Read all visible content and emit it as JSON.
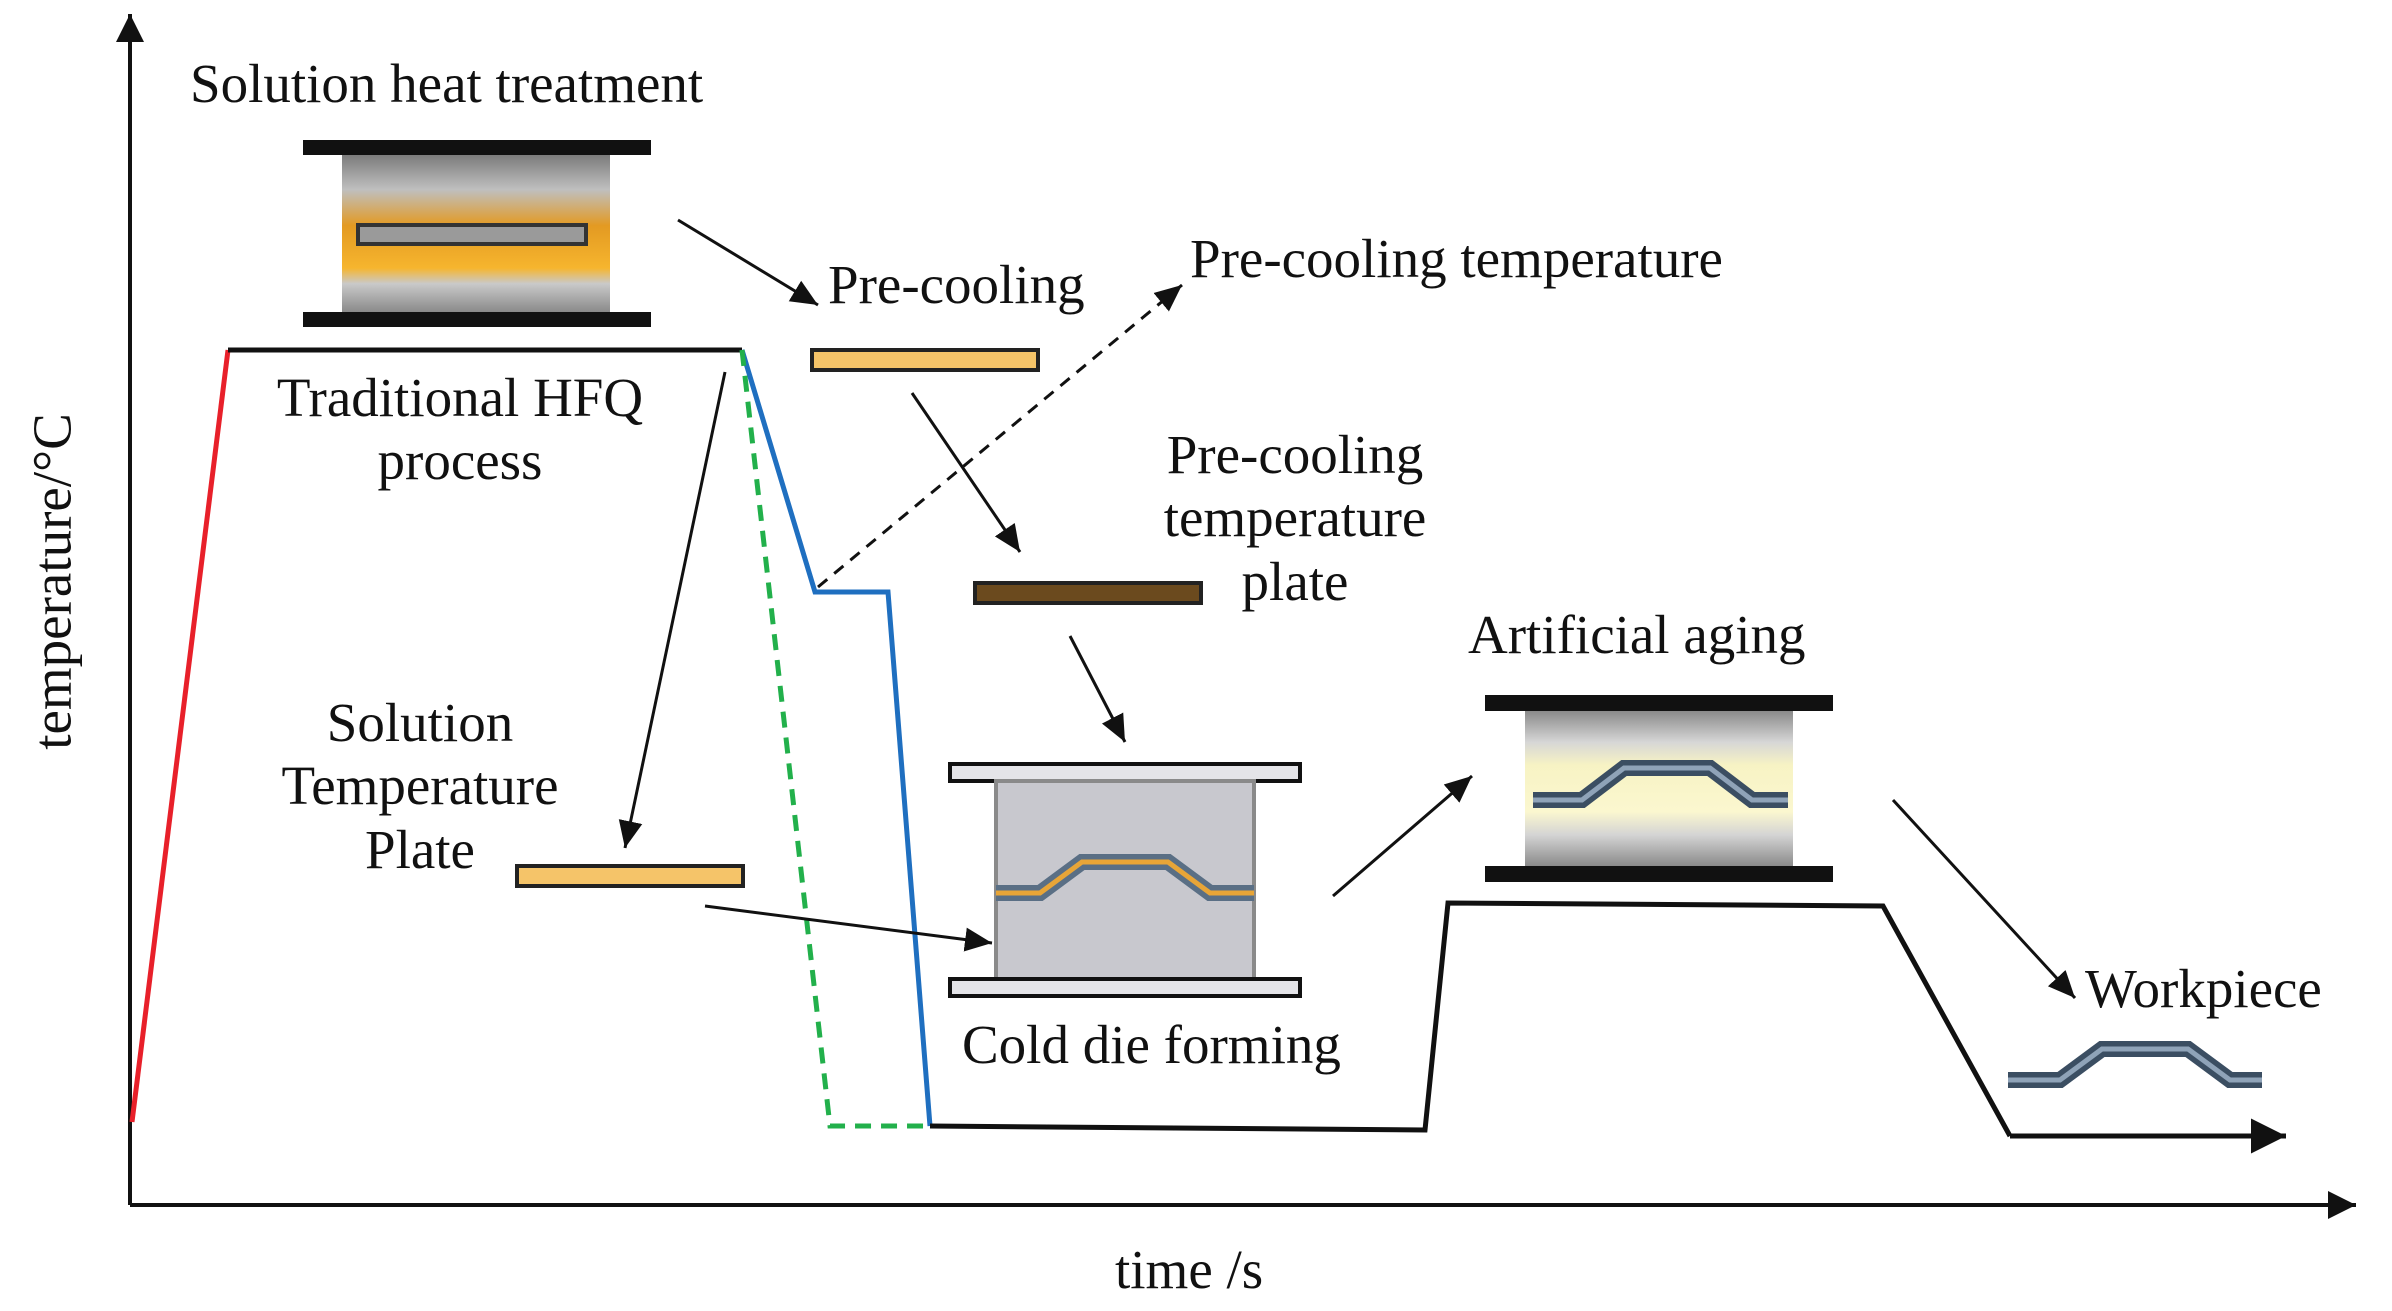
{
  "axes": {
    "x_label": "time /s",
    "y_label": "temperature/°C"
  },
  "stages": {
    "solution_heat_treatment": "Solution heat treatment",
    "traditional_hfq": [
      "Traditional HFQ",
      "process"
    ],
    "pre_cooling": "Pre-cooling",
    "pre_cooling_temperature": "Pre-cooling temperature",
    "pre_cooling_temperature_plate": [
      "Pre-cooling",
      "temperature",
      "plate"
    ],
    "solution_temperature_plate": [
      "Solution",
      "Temperature",
      "Plate"
    ],
    "cold_die_forming": "Cold die forming",
    "artificial_aging": "Artificial aging",
    "workpiece": "Workpiece"
  },
  "colors": {
    "heating_line": "#e8202a",
    "pre_cooling_quench_line": "#1f6fc0",
    "traditional_quench_line": "#22b04b",
    "process_line": "#111111",
    "hot_plate": "#f5c469",
    "pre_cooled_plate": "#6b4a1e",
    "die": "#c8c8ce",
    "formed_part": "#5a6f85"
  }
}
